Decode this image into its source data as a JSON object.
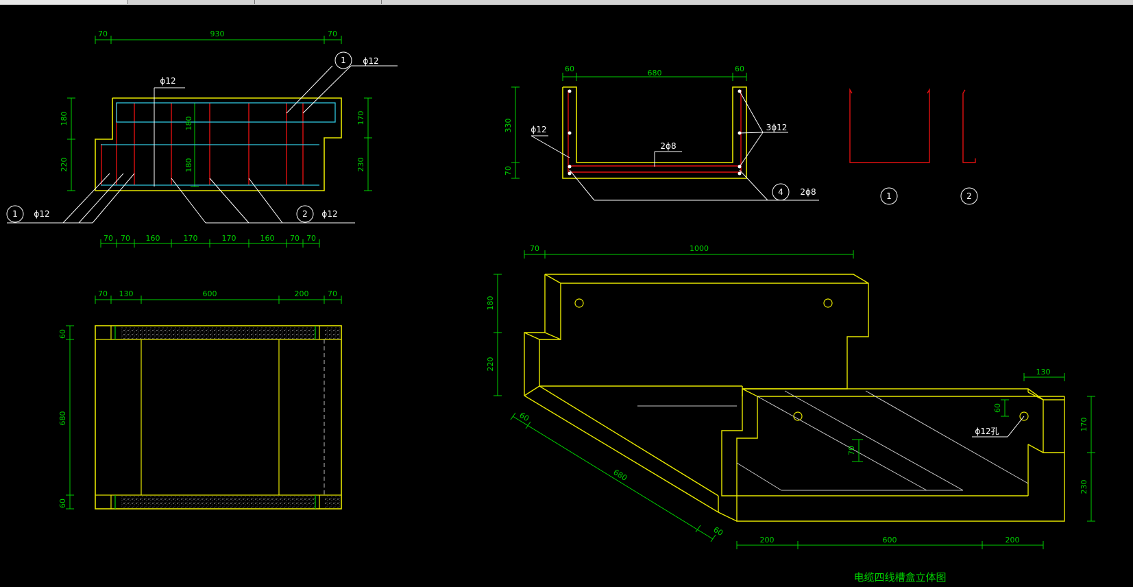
{
  "colors": {
    "bg": "#000000",
    "dim": "#00d000",
    "outline": "#e6e600",
    "rebar": "#e01010",
    "stirrup": "#30c8e0",
    "leader": "#ffffff",
    "title": "#00d000"
  },
  "labels": {
    "phi12": "ϕ12",
    "phi8_2": "2ϕ8",
    "phi12_3": "3ϕ12",
    "phi12_hole": "ϕ12孔",
    "tag1": "1",
    "tag2": "2",
    "tag4": "4"
  },
  "dims": {
    "v1_top": [
      "70",
      "930",
      "70"
    ],
    "v1_left": [
      "180",
      "220"
    ],
    "v1_mid": [
      "180",
      "180"
    ],
    "v1_right": [
      "170",
      "230"
    ],
    "v1_bottom": [
      "70",
      "70",
      "160",
      "170",
      "170",
      "160",
      "70",
      "70"
    ],
    "v2_top": [
      "70",
      "130",
      "600",
      "200",
      "70"
    ],
    "v2_left": [
      "60",
      "680",
      "60"
    ],
    "v3_top": [
      "60",
      "680",
      "60"
    ],
    "v3_left": [
      "330",
      "70"
    ],
    "v4_top": [
      "70",
      "1000"
    ],
    "v4_left": [
      "180",
      "220"
    ],
    "v4_right": [
      "170",
      "230"
    ],
    "v4_bottom": [
      "200",
      "600",
      "200"
    ],
    "v4_misc": {
      "d130": "130",
      "d60": "60",
      "d70": "70",
      "d60a": "60",
      "d680": "680",
      "d60b": "60"
    }
  },
  "title": "电缆四线槽盒立体图"
}
